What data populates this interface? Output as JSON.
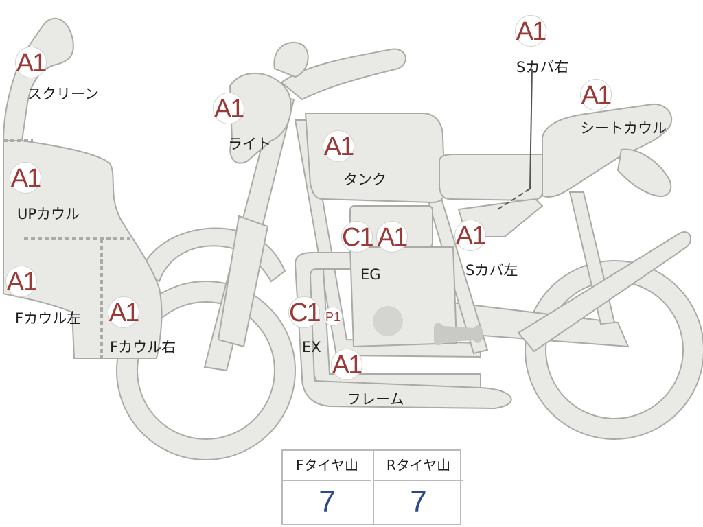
{
  "parts": [
    {
      "id": "screen",
      "grade": "A1",
      "label": "スクリーン"
    },
    {
      "id": "up-cowl",
      "grade": "A1",
      "label": "UPカウル"
    },
    {
      "id": "f-cowl-left",
      "grade": "A1",
      "label": "Fカウル左"
    },
    {
      "id": "f-cowl-right",
      "grade": "A1",
      "label": "Fカウル右"
    },
    {
      "id": "light",
      "grade": "A1",
      "label": "ライト"
    },
    {
      "id": "tank",
      "grade": "A1",
      "label": "タンク"
    },
    {
      "id": "engine",
      "grade": "C1",
      "grade2": "A1",
      "label": "EG"
    },
    {
      "id": "exhaust",
      "grade": "C1",
      "grade2": "P1",
      "label": "EX"
    },
    {
      "id": "frame",
      "grade": "A1",
      "label": "フレーム"
    },
    {
      "id": "side-cover-left",
      "grade": "A1",
      "label": "Sカバ左"
    },
    {
      "id": "side-cover-right",
      "grade": "A1",
      "label": "Sカバ右"
    },
    {
      "id": "seat-cowl",
      "grade": "A1",
      "label": "シートカウル"
    }
  ],
  "tire_tread": {
    "front_label": "Fタイヤ山",
    "rear_label": "Rタイヤ山",
    "front_value": "7",
    "rear_value": "7"
  },
  "colors": {
    "part_fill": "#e9e9e6",
    "part_outline": "#aaaaa6",
    "grade_text": "#9a3a38",
    "tread_value": "#2c4a8a"
  }
}
